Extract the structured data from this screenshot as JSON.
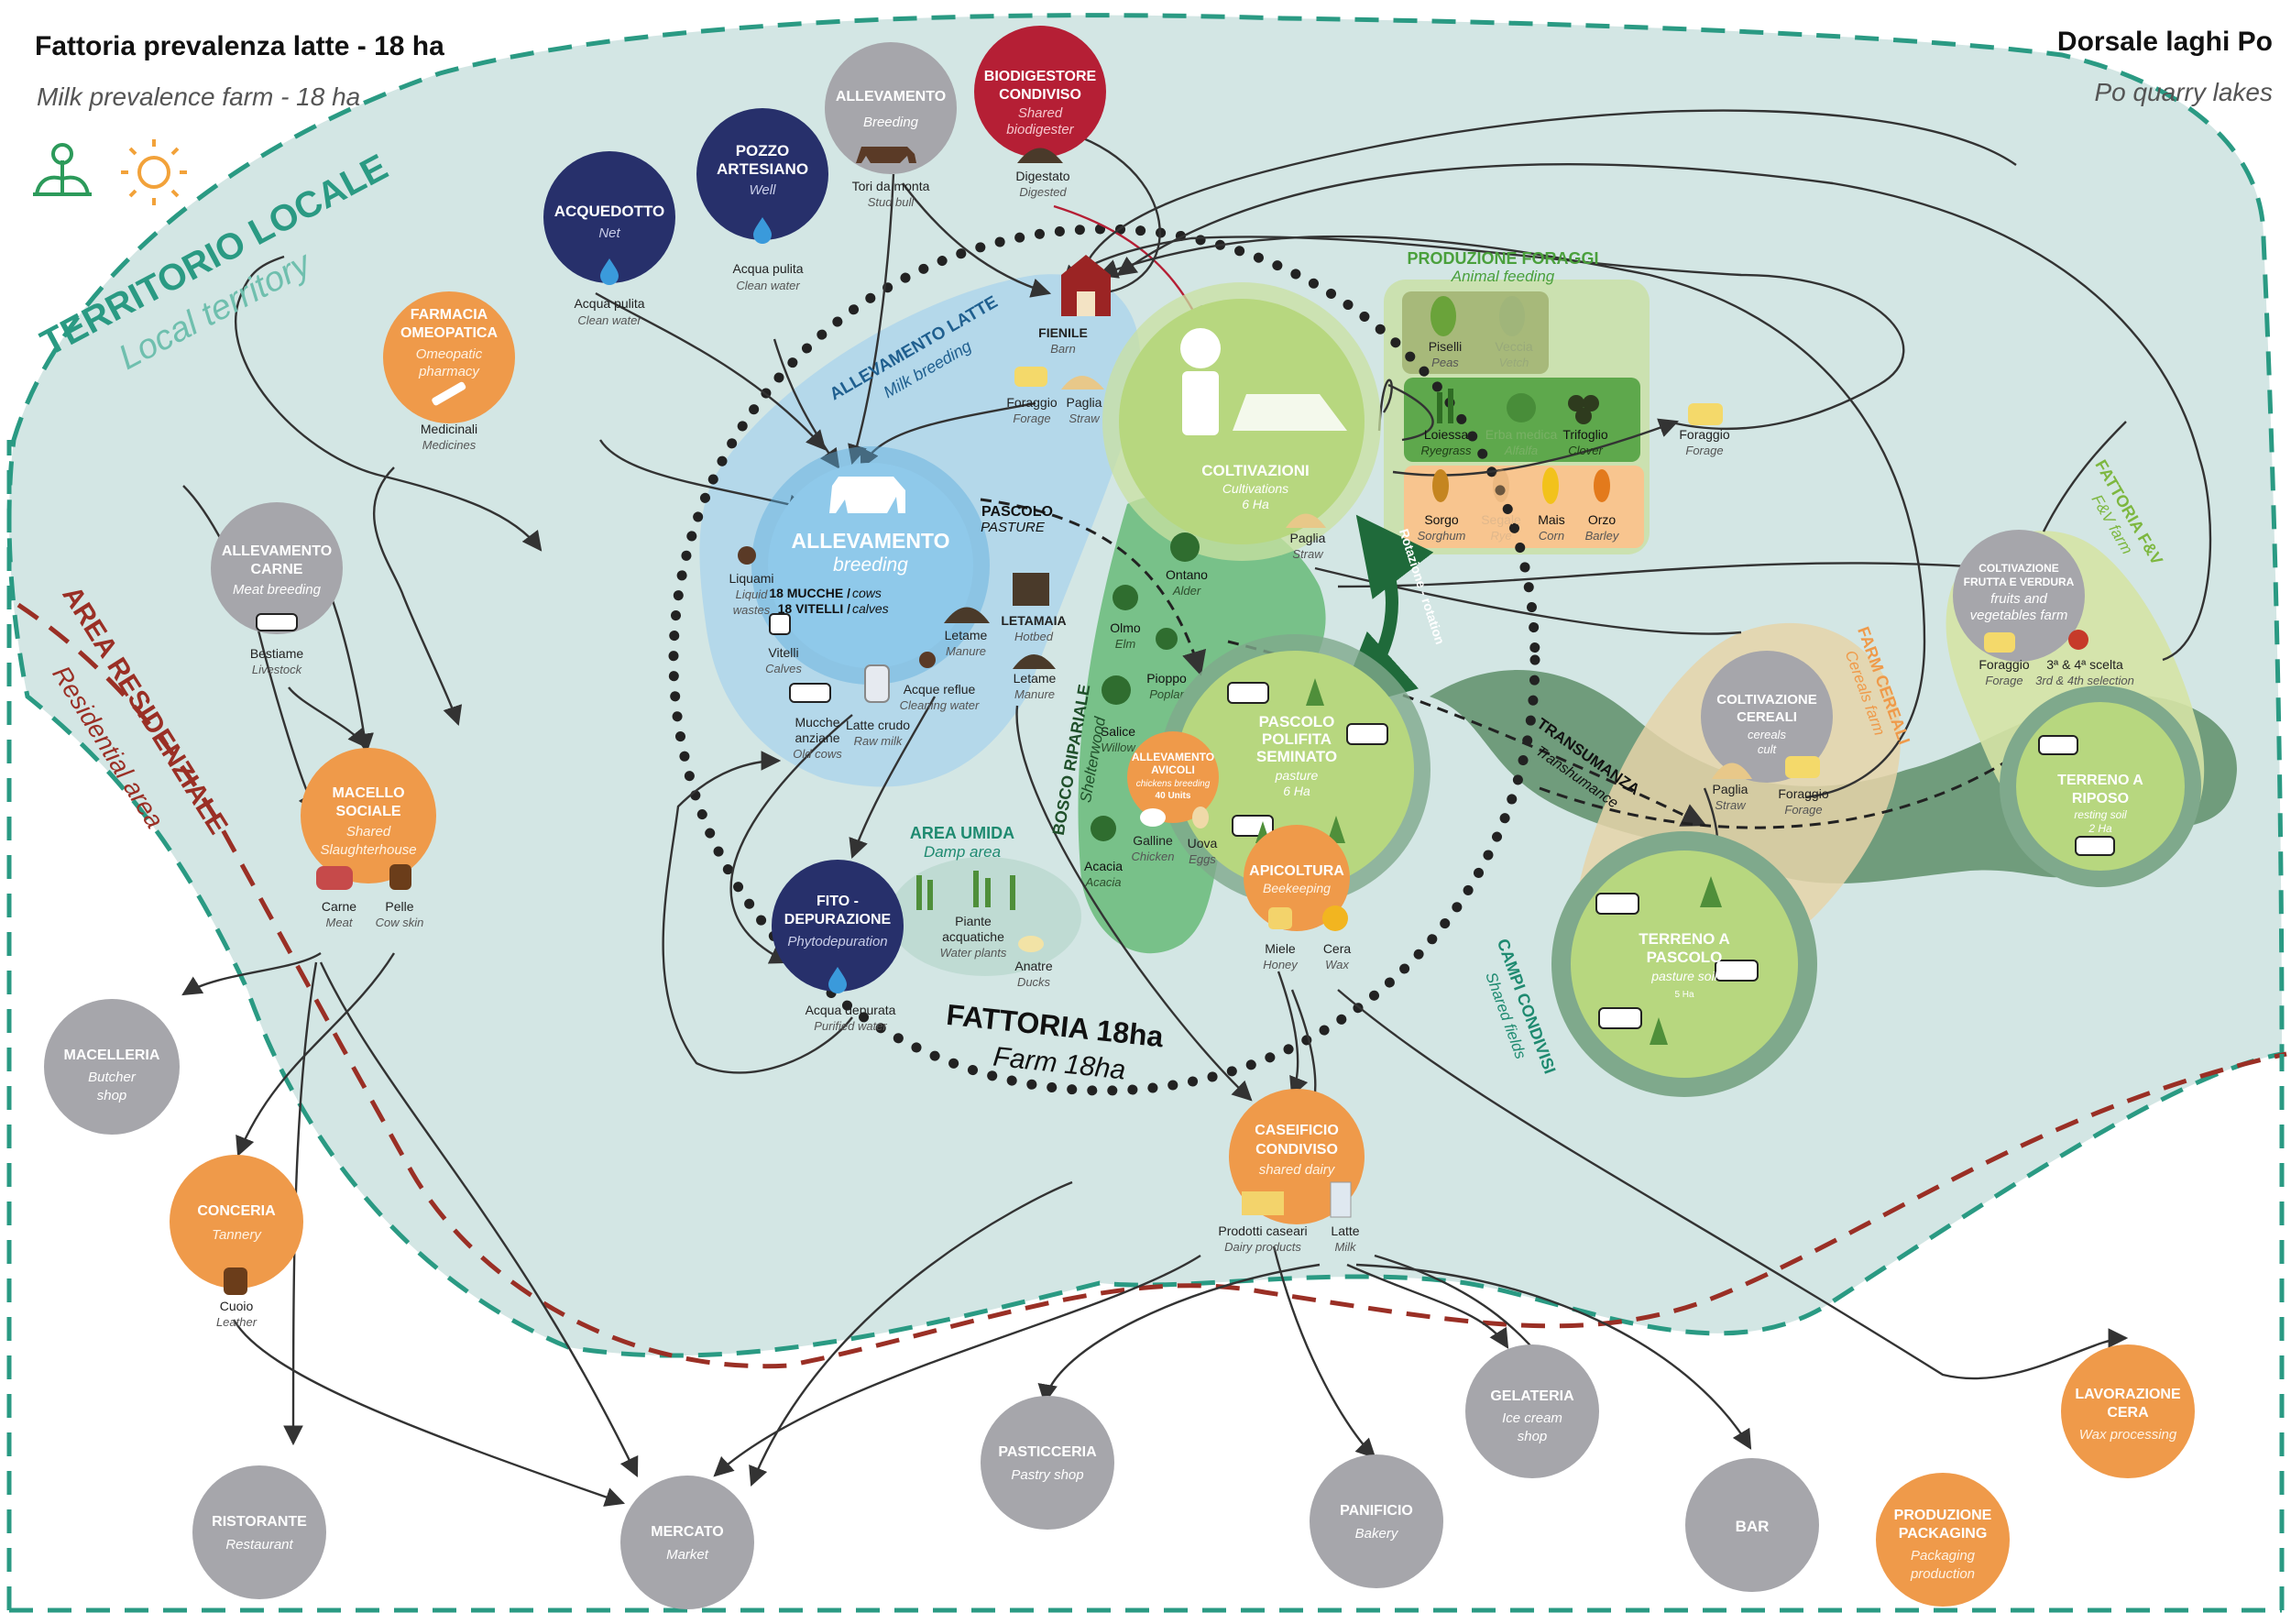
{
  "header": {
    "title_left": "Fattoria prevalenza latte - 18 ha",
    "subtitle_left": "Milk prevalence farm - 18 ha",
    "title_right": "Dorsale laghi Po",
    "subtitle_right": "Po quarry lakes"
  },
  "regions": {
    "local_it": "TERRITORIO LOCALE",
    "local_en": "Local territory",
    "res_it": "AREA RESIDENZIALE",
    "res_en": "Residential area",
    "farm_it": "FATTORIA 18ha",
    "farm_en": "Farm 18ha",
    "milk_breeding_it": "ALLEVAMENTO LATTE",
    "milk_breeding_en": "Milk breeding",
    "forage_prod_it": "PRODUZIONE FORAGGI",
    "forage_prod_en": "Animal feeding",
    "damp_it": "AREA UMIDA",
    "damp_en": "Damp area",
    "riparian_it": "BOSCO RIPARIALE",
    "riparian_en": "Shelterwood",
    "shared_fields_it": "CAMPI CONDIVISI",
    "shared_fields_en": "Shared fields",
    "cereal_farm_it": "FARM CEREALI",
    "cereal_farm_en": "Cereals farm",
    "fv_farm_it": "FATTORIA F&V",
    "fv_farm_en": "F&V farm",
    "pascolo_it": "PASCOLO",
    "pascolo_en": "PASTURE",
    "transumanza_it": "TRANSUMANZA",
    "transumanza_en": "Transhumance",
    "rotazione": "Rotazione - rotation"
  },
  "nodes": {
    "acquedotto": {
      "it": "ACQUEDOTTO",
      "en": "Net"
    },
    "pozzo": {
      "it1": "POZZO",
      "it2": "ARTESIANO",
      "en": "Well"
    },
    "allev_top": {
      "it": "ALLEVAMENTO",
      "en": "Breeding"
    },
    "biodig": {
      "it1": "BIODIGESTORE",
      "it2": "CONDIVISO",
      "en1": "Shared",
      "en2": "biodigester"
    },
    "farmacia": {
      "it1": "FARMACIA",
      "it2": "OMEOPATICA",
      "en1": "Omeopatic",
      "en2": "pharmacy"
    },
    "allev_carne": {
      "it1": "ALLEVAMENTO",
      "it2": "CARNE",
      "en": "Meat breeding"
    },
    "macello": {
      "it1": "MACELLO",
      "it2": "SOCIALE",
      "en1": "Shared",
      "en2": "Slaughterhouse"
    },
    "macelleria": {
      "it": "MACELLERIA",
      "en1": "Butcher",
      "en2": "shop"
    },
    "conceria": {
      "it": "CONCERIA",
      "en": "Tannery"
    },
    "ristorante": {
      "it": "RISTORANTE",
      "en": "Restaurant"
    },
    "mercato": {
      "it": "MERCATO",
      "en": "Market"
    },
    "pasticceria": {
      "it": "PASTICCERIA",
      "en": "Pastry shop"
    },
    "panificio": {
      "it": "PANIFICIO",
      "en": "Bakery"
    },
    "gelateria": {
      "it": "GELATERIA",
      "en1": "Ice cream",
      "en2": "shop"
    },
    "bar": {
      "it": "BAR"
    },
    "packaging": {
      "it1": "PRODUZIONE",
      "it2": "PACKAGING",
      "en1": "Packaging",
      "en2": "production"
    },
    "cera_lav": {
      "it1": "LAVORAZIONE",
      "it2": "CERA",
      "en": "Wax processing"
    },
    "caseificio": {
      "it1": "CASEIFICIO",
      "it2": "CONDIVISO",
      "en": "shared dairy"
    },
    "fito": {
      "it1": "FITO -",
      "it2": "DEPURAZIONE",
      "en": "Phytodepuration"
    },
    "allev_main": {
      "it": "ALLEVAMENTO",
      "en": "breeding",
      "line1a": "18 MUCCHE /",
      "line1b": " cows",
      "line2a": "18 VITELLI /",
      "line2b": " calves"
    },
    "coltivazioni": {
      "it": "COLTIVAZIONI",
      "en1": "Cultivations",
      "en2": "6 Ha"
    },
    "pascolo_pol": {
      "it1": "PASCOLO",
      "it2": "POLIFITA",
      "it3": "SEMINATO",
      "en1": "pasture",
      "en2": "6 Ha"
    },
    "avicoli": {
      "it1": "ALLEVAMENTO",
      "it2": "AVICOLI",
      "en": "chickens breeding",
      "units": "40 Units"
    },
    "apicoltura": {
      "it": "APICOLTURA",
      "en": "Beekeeping"
    },
    "col_cereali": {
      "it1": "COLTIVAZIONE",
      "it2": "CEREALI",
      "en1": "cereals",
      "en2": "cult"
    },
    "col_fv": {
      "it1": "COLTIVAZIONE",
      "it2": "FRUTTA E VERDURA",
      "en1": "fruits and",
      "en2": "vegetables farm"
    },
    "terreno_pascolo": {
      "it1": "TERRENO A",
      "it2": "PASCOLO",
      "en1": "pasture soil",
      "en2": "5 Ha"
    },
    "terreno_riposo": {
      "it1": "TERRENO A",
      "it2": "RIPOSO",
      "en1": "resting soil",
      "en2": "2 Ha"
    }
  },
  "labels": {
    "tori": {
      "it": "Tori da monta",
      "en": "Stud bull"
    },
    "digestato": {
      "it": "Digestato",
      "en": "Digested"
    },
    "acqua1": {
      "it": "Acqua pulita",
      "en": "Clean water"
    },
    "acqua2": {
      "it": "Acqua pulita",
      "en": "Clean water"
    },
    "medicinali": {
      "it": "Medicinali",
      "en": "Medicines"
    },
    "bestiame": {
      "it": "Bestiame",
      "en": "Livestock"
    },
    "carne": {
      "it": "Carne",
      "en": "Meat"
    },
    "pelle": {
      "it": "Pelle",
      "en": "Cow skin"
    },
    "cuoio": {
      "it": "Cuoio",
      "en": "Leather"
    },
    "fienile": {
      "it": "FIENILE",
      "en": "Barn"
    },
    "foraggio1": {
      "it": "Foraggio",
      "en": "Forage"
    },
    "paglia1": {
      "it": "Paglia",
      "en": "Straw"
    },
    "liquami": {
      "it": "Liquami",
      "en1": "Liquid",
      "en2": "wastes"
    },
    "vitelli": {
      "it": "Vitelli",
      "en": "Calves"
    },
    "mucche_anz": {
      "it1": "Mucche",
      "it2": "anziane",
      "en": "Old cows"
    },
    "latte_crudo": {
      "it": "Latte crudo",
      "en": "Raw milk"
    },
    "acque_reflue": {
      "it": "Acque reflue",
      "en": "Cleaning water"
    },
    "letame1": {
      "it": "Letame",
      "en": "Manure"
    },
    "letamaia": {
      "it": "LETAMAIA",
      "en": "Hotbed"
    },
    "letame2": {
      "it": "Letame",
      "en": "Manure"
    },
    "acqua_dep": {
      "it": "Acqua depurata",
      "en": "Purified water"
    },
    "piante_acq": {
      "it1": "Piante",
      "it2": "acquatiche",
      "en": "Water plants"
    },
    "anatre": {
      "it": "Anatre",
      "en": "Ducks"
    },
    "paglia2": {
      "it": "Paglia",
      "en": "Straw"
    },
    "piselli": {
      "it": "Piselli",
      "en": "Peas"
    },
    "veccia": {
      "it": "Veccia",
      "en": "Vetch"
    },
    "loiessa": {
      "it": "Loiessa",
      "en": "Ryegrass"
    },
    "erba_medica": {
      "it": "Erba medica",
      "en": "Alfalfa"
    },
    "trifoglio": {
      "it": "Trifoglio",
      "en": "Clover"
    },
    "sorgo": {
      "it": "Sorgo",
      "en": "Sorghum"
    },
    "segale": {
      "it": "Segale",
      "en": "Rye"
    },
    "mais": {
      "it": "Mais",
      "en": "Corn"
    },
    "orzo": {
      "it": "Orzo",
      "en": "Barley"
    },
    "foraggio2": {
      "it": "Foraggio",
      "en": "Forage"
    },
    "ontano": {
      "it": "Ontano",
      "en": "Alder"
    },
    "olmo": {
      "it": "Olmo",
      "en": "Elm"
    },
    "pioppo": {
      "it": "Pioppo",
      "en": "Poplar"
    },
    "salice": {
      "it": "Salice",
      "en": "Willow"
    },
    "acacia": {
      "it": "Acacia",
      "en": "Acacia"
    },
    "galline": {
      "it": "Galline",
      "en": "Chicken"
    },
    "uova": {
      "it": "Uova",
      "en": "Eggs"
    },
    "miele": {
      "it": "Miele",
      "en": "Honey"
    },
    "cera": {
      "it": "Cera",
      "en": "Wax"
    },
    "prodotti": {
      "it": "Prodotti caseari",
      "en": "Dairy products"
    },
    "latte": {
      "it": "Latte",
      "en": "Milk"
    },
    "paglia3": {
      "it": "Paglia",
      "en": "Straw"
    },
    "foraggio3": {
      "it": "Foraggio",
      "en": "Forage"
    },
    "foraggio4": {
      "it": "Foraggio",
      "en": "Forage"
    },
    "scelta": {
      "it": "3ª & 4ª scelta",
      "en": "3rd & 4th selection"
    }
  },
  "colors": {
    "navy": "#27306b",
    "grey": "#a6a6ab",
    "orange": "#ef9a4a",
    "red": "#b51f35",
    "territory_fill": "#d3e6e4",
    "territory_border": "#2a9a83",
    "residential_border": "#9a2f25",
    "light_blue": "#a9d3ec",
    "cultivation_green": "#b7d77f",
    "dark_green": "#5e8e6a",
    "forest_green": "#62b872"
  }
}
